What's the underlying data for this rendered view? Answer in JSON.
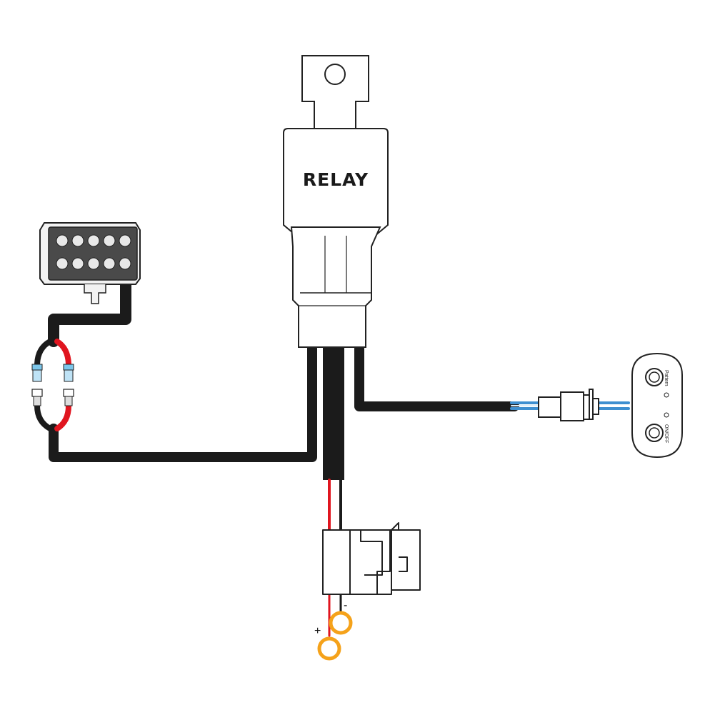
{
  "relay": {
    "label": "RELAY"
  },
  "switch_panel": {
    "pattern_label": "Pattern",
    "onoff_label": "ON/OFF"
  },
  "power": {
    "plus_label": "+",
    "minus_label": "-"
  },
  "colors": {
    "wire": "#1b1b1b",
    "positive_wire": "#e0151f",
    "signal_wire": "#3e8fd0",
    "terminal_ring": "#f5a21a",
    "connector_blue": "#7cc6ea"
  }
}
